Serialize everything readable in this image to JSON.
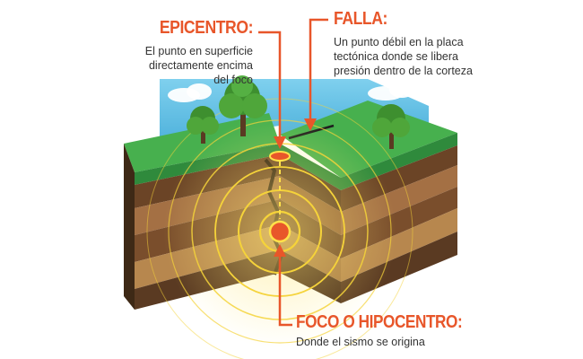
{
  "epicenter": {
    "title": "EPICENTRO:",
    "line1": "El punto en superficie",
    "line2": "directamente encima del foco"
  },
  "fault": {
    "title": "FALLA:",
    "line1": "Un punto débil en la placa",
    "line2": "tectónica donde se libera",
    "line3": "presión dentro de la corteza"
  },
  "focus": {
    "title": "FOCO O HIPOCENTRO:",
    "line1": "Donde el sismo se origina"
  },
  "colors": {
    "accent": "#e8562a",
    "grass_top": "#3aa84a",
    "grass_side": "#5bb34a",
    "sky": "#6cc4e6",
    "ring": "#f5d33a",
    "soil_dark": "#5a3a22",
    "soil_mid": "#8a5a32",
    "soil_light": "#b0804a"
  }
}
